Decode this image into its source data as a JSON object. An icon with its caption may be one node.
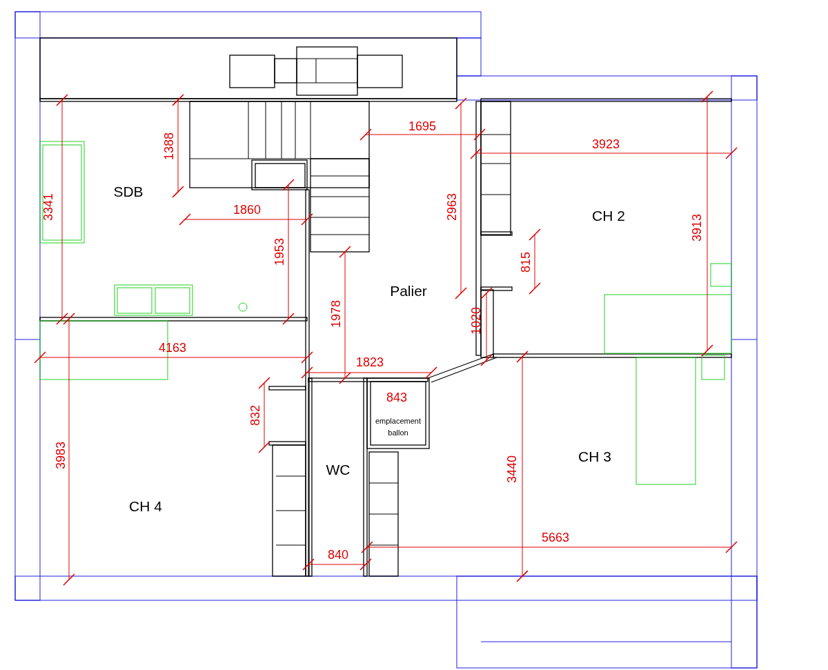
{
  "diagram": {
    "nodes": [
      {
        "text": [
          "emplacement ballon"
        ]
      }
    ],
    "edges": [],
    "labels": [
      "1695",
      "3923",
      "1388",
      "SDB",
      "3341",
      "2963",
      "CH 2",
      "3913",
      "1860",
      "1953",
      "815",
      "Palier",
      "1978",
      "1020",
      "4163",
      "1823",
      "843",
      "832",
      "CH 3",
      "3440",
      "3983",
      "WC",
      "CH 4",
      "5663",
      "840"
    ]
  }
}
